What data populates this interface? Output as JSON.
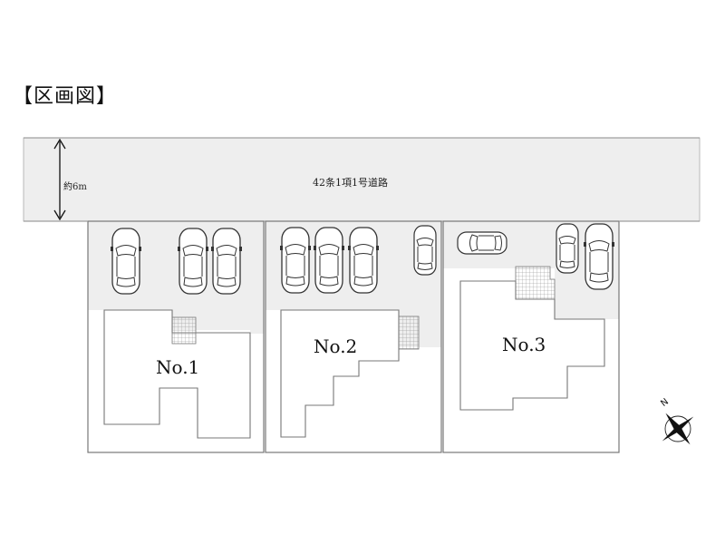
{
  "title": "【区画図】",
  "road": {
    "label": "42条1項1号道路",
    "width_label": "約6m"
  },
  "lots": [
    {
      "label": "No.1"
    },
    {
      "label": "No.2"
    },
    {
      "label": "No.3"
    }
  ],
  "compass": {
    "label": "N"
  },
  "colors": {
    "road": "#eeeeee",
    "parking": "#eeeeee",
    "line": "#777777"
  },
  "icons": {
    "car": "car-icon",
    "compass": "compass-rose-icon"
  }
}
